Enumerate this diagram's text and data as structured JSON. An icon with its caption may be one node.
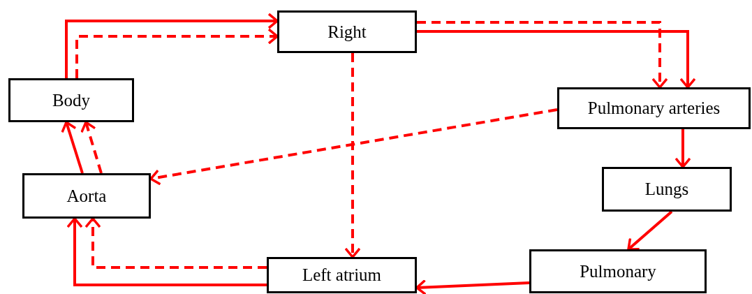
{
  "diagram": {
    "nodes": [
      {
        "text": [
          "Right"
        ]
      },
      {
        "text": [
          "Body"
        ]
      },
      {
        "text": [
          "Pulmonary arteries"
        ]
      },
      {
        "text": [
          "Aorta"
        ]
      },
      {
        "text": [
          "Lungs"
        ]
      },
      {
        "text": [
          "Left atrium"
        ]
      },
      {
        "text": [
          "Pulmonary"
        ]
      }
    ],
    "edges": [
      {
        "from": 1,
        "to": 0,
        "arrow": "to"
      },
      {
        "from": 1,
        "to": 0,
        "arrow": "to",
        "style": "dashed"
      },
      {
        "from": 0,
        "to": 2,
        "arrow": "to"
      },
      {
        "from": 0,
        "to": 2,
        "arrow": "to",
        "style": "dashed"
      },
      {
        "from": 0,
        "to": 5,
        "arrow": "to",
        "style": "dashed"
      },
      {
        "from": 2,
        "to": 3,
        "arrow": "to",
        "style": "dashed"
      },
      {
        "from": 2,
        "to": 4,
        "arrow": "to"
      },
      {
        "from": 4,
        "to": 6,
        "arrow": "to"
      },
      {
        "from": 6,
        "to": 5,
        "arrow": "to"
      },
      {
        "from": 5,
        "to": 3,
        "arrow": "to"
      },
      {
        "from": 5,
        "to": 3,
        "arrow": "to",
        "style": "dashed"
      },
      {
        "from": 3,
        "to": 1,
        "arrow": "to"
      },
      {
        "from": 3,
        "to": 1,
        "arrow": "to",
        "style": "dashed"
      }
    ]
  }
}
